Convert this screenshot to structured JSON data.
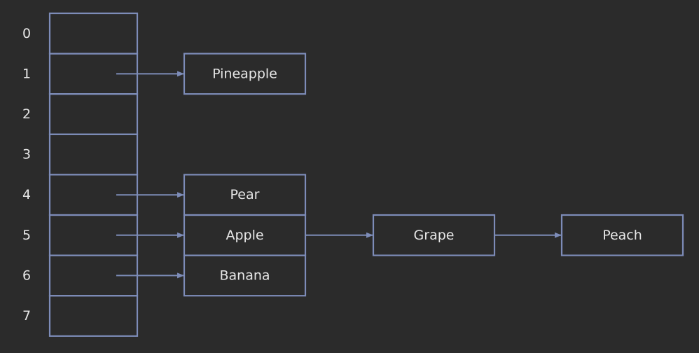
{
  "colors": {
    "background": "#2b2b2b",
    "stroke": "#7d8cb8",
    "text": "#e6e6e6"
  },
  "buckets": [
    {
      "index": "0",
      "chain": []
    },
    {
      "index": "1",
      "chain": [
        "Pineapple"
      ]
    },
    {
      "index": "2",
      "chain": []
    },
    {
      "index": "3",
      "chain": []
    },
    {
      "index": "4",
      "chain": [
        "Pear"
      ]
    },
    {
      "index": "5",
      "chain": [
        "Apple",
        "Grape",
        "Peach"
      ]
    },
    {
      "index": "6",
      "chain": [
        "Banana"
      ]
    },
    {
      "index": "7",
      "chain": []
    }
  ]
}
